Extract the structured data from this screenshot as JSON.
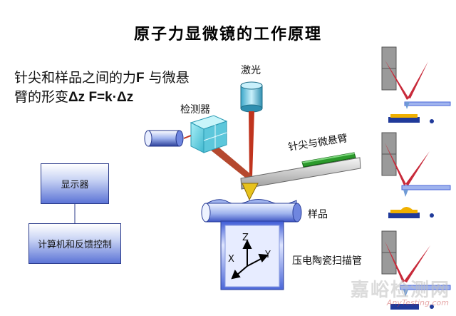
{
  "title": "原子力显微镜的工作原理",
  "formula": {
    "line1": "针尖和样品之间的力",
    "line1_bold": "F",
    "line1_tail": " 与微悬",
    "line2": "臂的形变",
    "line2_bold": "Δz F=k·Δz"
  },
  "labels": {
    "laser": "激光",
    "detector": "检测器",
    "cantilever": "针尖与微悬臂",
    "sample": "样品",
    "scanner": "压电陶瓷扫描管",
    "display": "显示器",
    "computer": "计算机和反馈控制",
    "axis_z": "Z",
    "axis_x": "X",
    "axis_y": "Y"
  },
  "watermark": {
    "cn": "嘉峪检测网",
    "en": "AnyTesting.com"
  },
  "colors": {
    "beam": "#c0341e",
    "box_dark": "#5c74d6",
    "tip": "#e7c21c",
    "green": "#1c8a1c"
  }
}
